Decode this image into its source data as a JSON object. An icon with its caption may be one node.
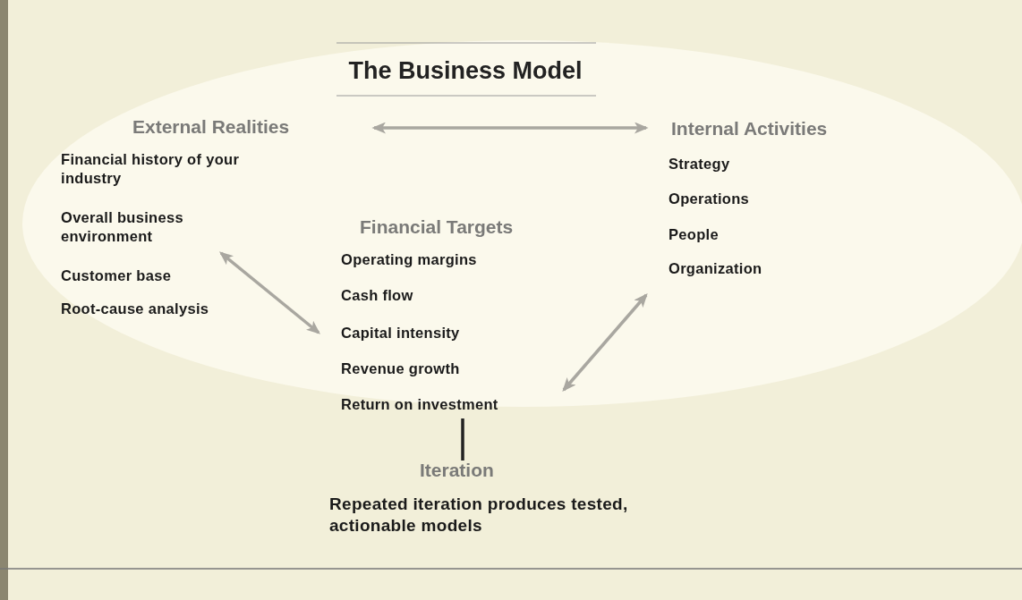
{
  "diagram": {
    "title": "The Business Model",
    "nodes": [
      {
        "text": [
          "External Realities",
          "Financial history of your industry",
          "Overall business environment",
          "Customer base",
          "Root-cause analysis"
        ]
      },
      {
        "text": [
          "Internal Activities",
          "Strategy",
          "Operations",
          "People",
          "Organization"
        ]
      },
      {
        "text": [
          "Financial Targets",
          "Operating margins",
          "Cash flow",
          "Capital intensity",
          "Revenue growth",
          "Return on investment"
        ]
      },
      {
        "text": [
          "Iteration",
          "Repeated iteration produces tested, actionable models"
        ]
      }
    ],
    "edges": [
      {
        "from": 0,
        "to": 1,
        "arrow": "both"
      },
      {
        "from": 0,
        "to": 2,
        "arrow": "both"
      },
      {
        "from": 2,
        "to": 1,
        "arrow": "both"
      },
      {
        "from": 2,
        "to": 3,
        "arrow": "none",
        "color": "#222222"
      }
    ]
  }
}
